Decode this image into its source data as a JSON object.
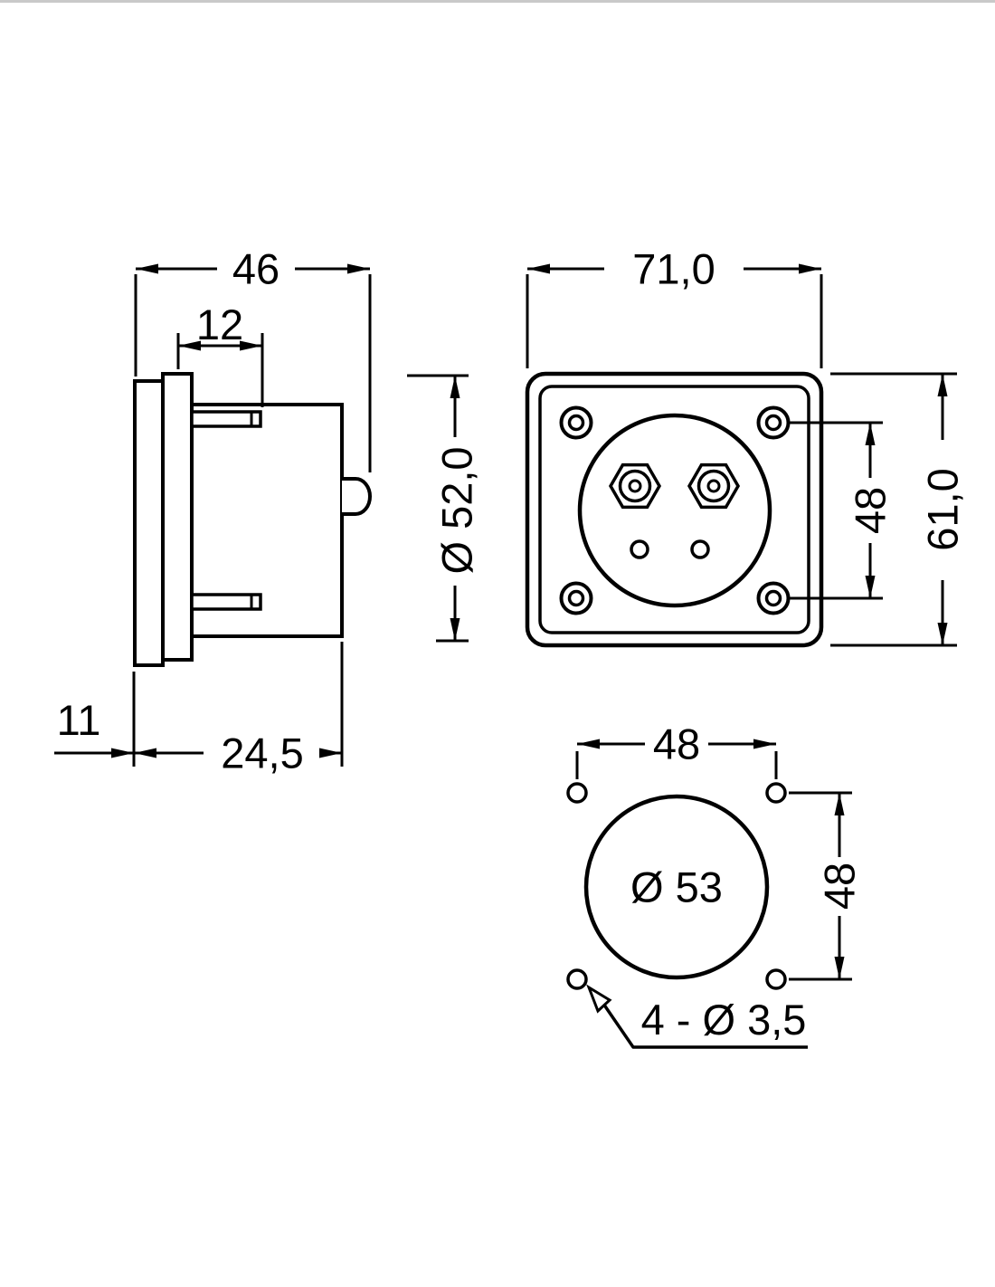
{
  "page": {
    "background": "#ffffff",
    "line_color": "#000000",
    "border_color": "#c9c9c9"
  },
  "views": {
    "side": {
      "depth_total": "46",
      "front_section": "12",
      "body_diameter": "Ø 52,0",
      "bezel_thickness": "11",
      "rear_depth": "24,5"
    },
    "front": {
      "width": "71,0",
      "screw_spacing": "48",
      "height": "61,0"
    },
    "drill": {
      "hole_spacing_x": "48",
      "hole_spacing_y": "48",
      "cutout_diameter": "Ø 53",
      "mounting_holes": "4 - Ø 3,5"
    }
  }
}
